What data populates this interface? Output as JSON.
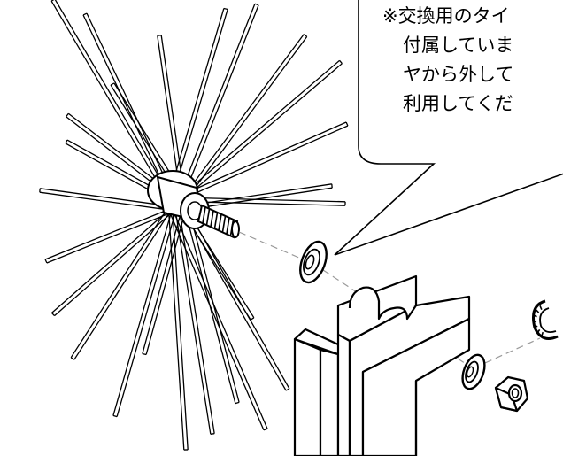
{
  "callout": {
    "lines": [
      "※交換用のタイ",
      "付属していま",
      "ヤから外して",
      "利用してくだ"
    ]
  },
  "parts": {
    "spoke_wheel_icon": "spoked-wheel",
    "bolt_icon": "threaded-axle",
    "washer_icon": "flat-washer",
    "frame_icon": "u-channel-frame",
    "clip_icon": "retaining-clip",
    "nut_icon": "hex-nut"
  },
  "colors": {
    "line": "#000000",
    "background": "#ffffff",
    "guide": "#9a9a9a"
  }
}
